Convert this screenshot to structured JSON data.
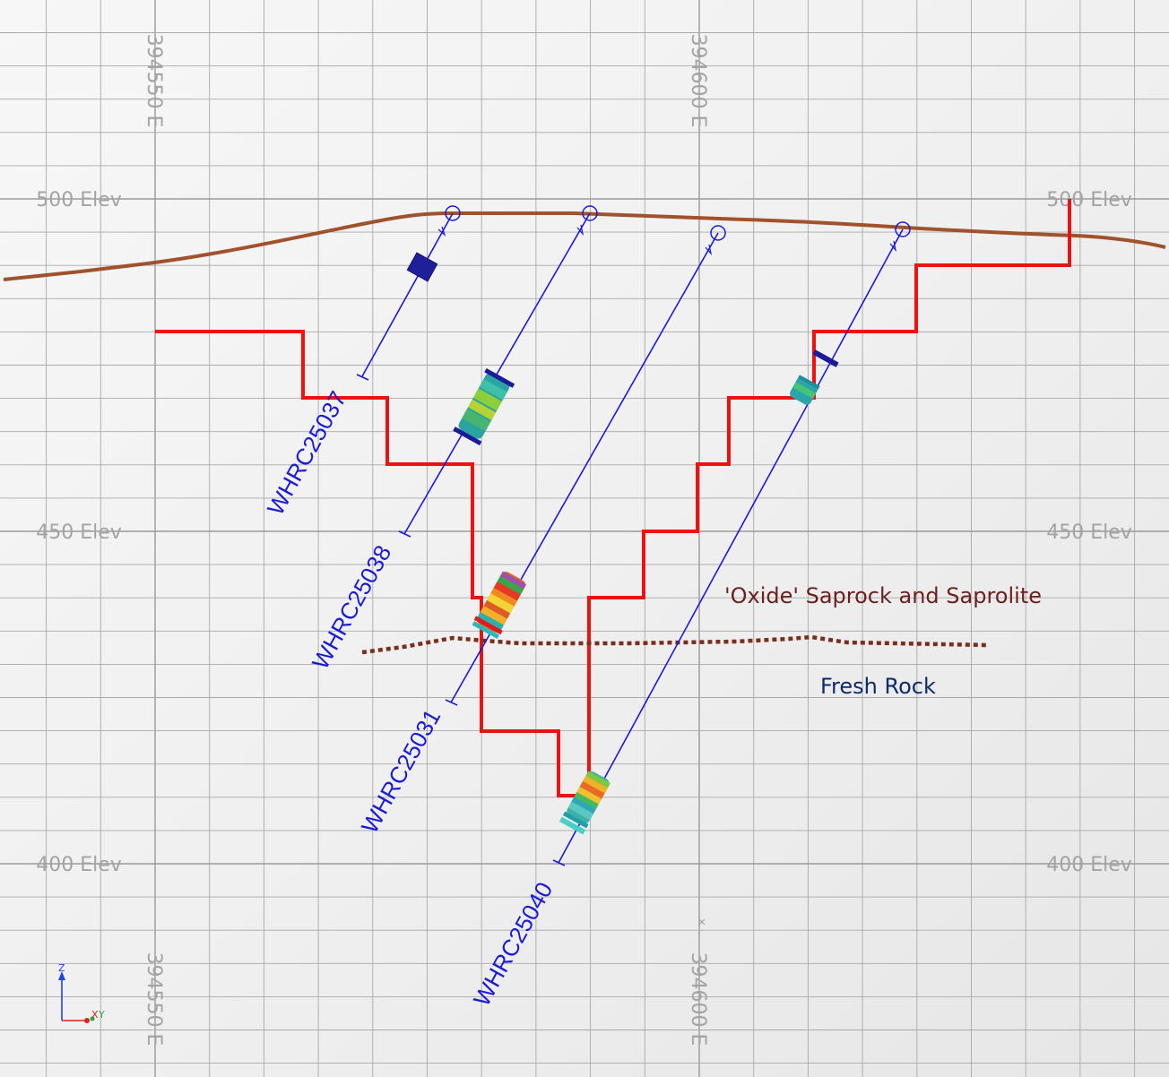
{
  "view": {
    "orientation": "section-view",
    "grid": "on",
    "background": "#f2f2f2"
  },
  "grid_labels": {
    "easting": [
      "394550 E",
      "394600 E"
    ],
    "elevation": [
      "500 Elev",
      "450 Elev",
      "400 Elev"
    ]
  },
  "annotations": {
    "oxide_zone": "'Oxide' Saprock and Saprolite",
    "fresh_rock": "Fresh Rock"
  },
  "drillholes": [
    {
      "id": "WHRC25037"
    },
    {
      "id": "WHRC25038"
    },
    {
      "id": "WHRC25031"
    },
    {
      "id": "WHRC25040"
    }
  ],
  "axis_triad": {
    "z": "Z",
    "x": "X",
    "y": "Y"
  },
  "colors": {
    "topography": "#a0522d",
    "pit_outline": "#ee1111",
    "drill_trace": "#1a1ad6",
    "oxide_boundary": "#7a2e1c",
    "oxide_text": "#6b1f1f",
    "fresh_text": "#0d2a6b",
    "grid_major": "#a9a9a9",
    "grid_minor": "#cdcdcd"
  }
}
